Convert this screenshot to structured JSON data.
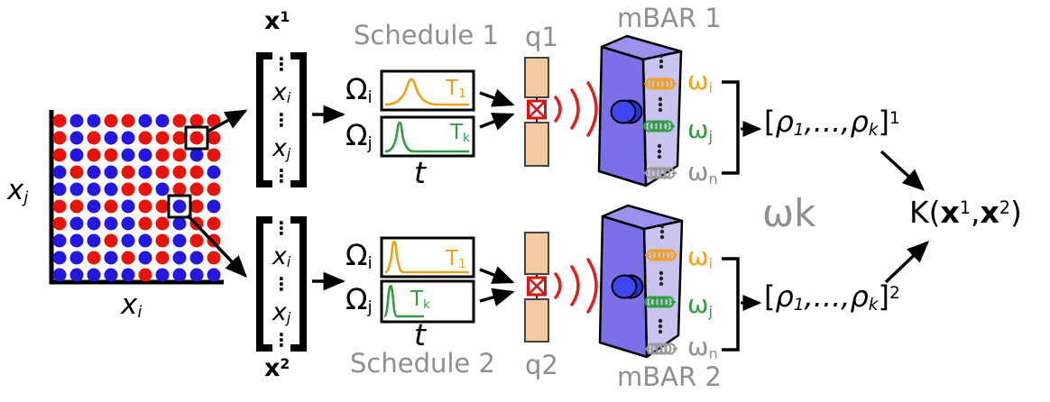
{
  "colors": {
    "red_dot": "#e8140c",
    "blue_dot": "#2417e0",
    "orange": "#f0a019",
    "green": "#2f9e41",
    "gray_label": "#8f8f8f",
    "purple_front": "#7b70e8",
    "purple_top": "#9b92ee",
    "purple_side": "#c9c3f0",
    "qubit_fill": "#f5c9a1",
    "wave_red": "#e02020",
    "circle_blue": "#3f45f0"
  },
  "scatter": {
    "x_axis_label": {
      "base": "x",
      "sub": "i"
    },
    "y_axis_label": {
      "base": "x",
      "sub": "j"
    },
    "grid_rows": [
      "RBBRRBBRRR",
      "RBRBBRRRRR",
      "RBRRBBRRBR",
      "BRBBRBRRRB",
      "BBBBRRBRRR",
      "RRBRBRRBRB",
      "RBBBBRRBRR",
      "BBBRBBRBRR",
      "BBRBRBRBBR",
      "BBBBBRBBBB"
    ],
    "highlighted_cells": [
      {
        "row": 2,
        "col": 9
      },
      {
        "row": 6,
        "col": 8
      }
    ]
  },
  "vectors": [
    {
      "label": {
        "base": "x",
        "sup": "1"
      },
      "dots": "⋮",
      "entry1": {
        "base": "x",
        "sub": "i"
      },
      "entry2": {
        "base": "x",
        "sub": "j"
      }
    },
    {
      "label": {
        "base": "x",
        "sup": "2"
      },
      "dots": "⋮",
      "entry1": {
        "base": "x",
        "sub": "i"
      },
      "entry2": {
        "base": "x",
        "sub": "j"
      }
    }
  ],
  "schedules": [
    {
      "title": "Schedule 1",
      "time_label": "t",
      "rows": [
        {
          "axis": {
            "base": "Ω",
            "sub": "i"
          },
          "pulse_label": {
            "base": "T",
            "sub": "1"
          },
          "pulse": {
            "color": "orange",
            "shape": "broad gaussian",
            "peak_position": "30%"
          }
        },
        {
          "axis": {
            "base": "Ω",
            "sub": "j"
          },
          "pulse_label": {
            "base": "T",
            "sub": "k"
          },
          "pulse": {
            "color": "green",
            "shape": "narrow gaussian",
            "peak_position": "18%"
          }
        }
      ]
    },
    {
      "title": "Schedule 2",
      "time_label": "t",
      "rows": [
        {
          "axis": {
            "base": "Ω",
            "sub": "i"
          },
          "pulse_label": {
            "base": "T",
            "sub": "1"
          },
          "pulse": {
            "color": "orange",
            "shape": "narrow spike",
            "peak_position": "12%"
          }
        },
        {
          "axis": {
            "base": "Ω",
            "sub": "j"
          },
          "pulse_label": {
            "base": "T",
            "sub": "k"
          },
          "pulse": {
            "color": "green",
            "shape": "narrow spike, short baseline",
            "peak_position": "8%"
          }
        }
      ]
    }
  ],
  "qubits": [
    {
      "label": "q1"
    },
    {
      "label": "q2"
    }
  ],
  "resonators": [
    {
      "title": "mBAR 1",
      "modes": [
        {
          "base": "ω",
          "sub": "i",
          "color": "orange"
        },
        {
          "base": "ω",
          "sub": "j",
          "color": "green"
        },
        {
          "base": "ω",
          "sub": "n",
          "color": "gray"
        }
      ]
    },
    {
      "title": "mBAR 2",
      "modes": [
        {
          "base": "ω",
          "sub": "i",
          "color": "orange"
        },
        {
          "base": "ω",
          "sub": "j",
          "color": "green"
        },
        {
          "base": "ω",
          "sub": "n",
          "color": "gray"
        }
      ]
    }
  ],
  "outputs": [
    {
      "bracket_open": "[",
      "rho_first": "ρ",
      "sub_first": "1",
      "separator": ",...,",
      "rho_last": "ρ",
      "sub_last": "k",
      "bracket_close": "]",
      "sup": "1"
    },
    {
      "bracket_open": "[",
      "rho_first": "ρ",
      "sub_first": "1",
      "separator": ",...,",
      "rho_last": "ρ",
      "sub_last": "k",
      "bracket_close": "]",
      "sup": "2"
    }
  ],
  "kernel": {
    "name": "K",
    "open": "(",
    "arg1": {
      "base": "x",
      "sup": "1"
    },
    "comma": ",",
    "arg2": {
      "base": "x",
      "sup": "2"
    },
    "close": ")"
  },
  "omega_k_label": "ωk"
}
